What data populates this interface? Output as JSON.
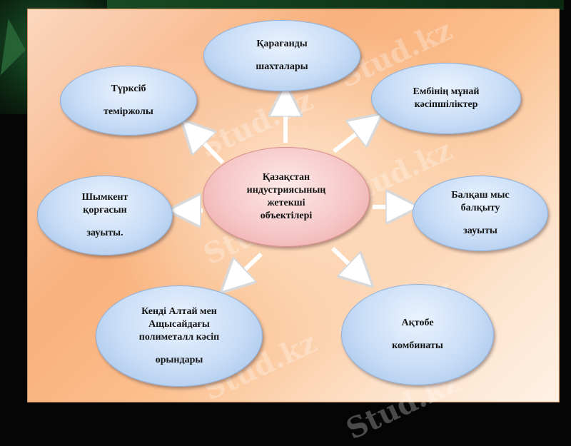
{
  "center": {
    "lines": [
      "Қазақстан",
      "индустриясының",
      "жетекші",
      "объектілері"
    ]
  },
  "nodes": [
    {
      "id": "karaganda",
      "lines": [
        "Қарағанды",
        "шахталары"
      ]
    },
    {
      "id": "emba",
      "lines": [
        "Ембінің мұнай",
        "кәсіпшіліктер"
      ]
    },
    {
      "id": "balkhash",
      "lines": [
        "Балқаш мыс",
        "балқыту",
        "зауыты"
      ]
    },
    {
      "id": "aktobe",
      "lines": [
        "Ақтөбе",
        "комбинаты"
      ]
    },
    {
      "id": "altai",
      "lines": [
        "Кенді Алтай мен",
        "Ащысайдағы",
        "полиметалл кәсіп",
        "орындары"
      ]
    },
    {
      "id": "shymkent",
      "lines": [
        "Шымкент",
        "қорғасын",
        "зауыты."
      ]
    },
    {
      "id": "turksib",
      "lines": [
        "Түрксіб",
        "теміржолы"
      ]
    }
  ],
  "watermark": {
    "text": "Stud.kz"
  }
}
